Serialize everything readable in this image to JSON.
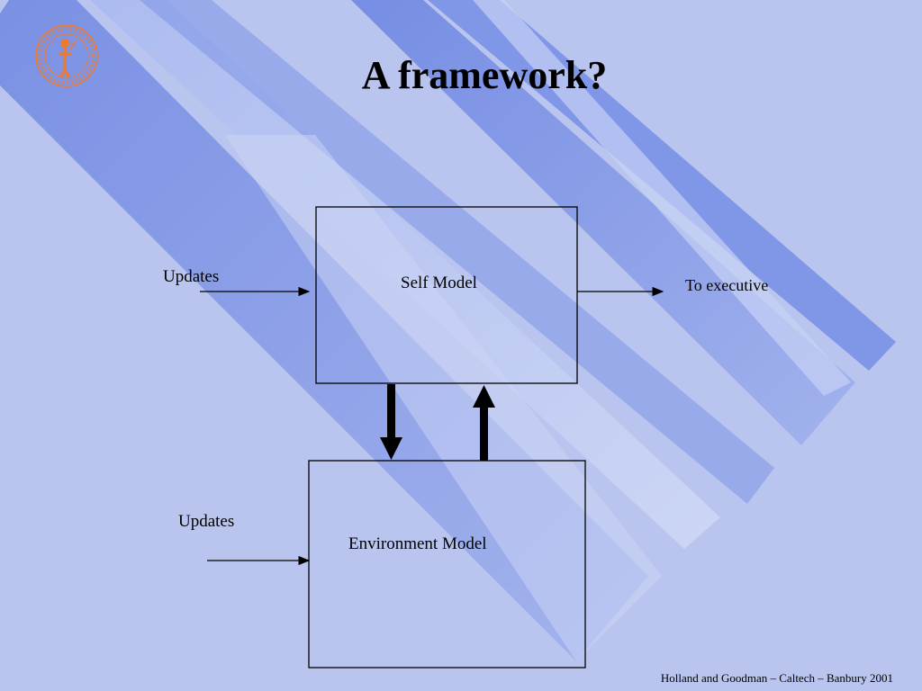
{
  "slide": {
    "title": "A framework?",
    "footer": "Holland and Goodman – Caltech – Banbury 2001",
    "logo_icon": "institute-seal-logo"
  },
  "diagram": {
    "self_model_label": "Self Model",
    "environment_model_label": "Environment Model",
    "self_updates_label": "Updates",
    "environment_updates_label": "Updates",
    "output_label": "To executive",
    "edges": [
      {
        "from": "Updates",
        "to": "Self Model"
      },
      {
        "from": "Self Model",
        "to": "To executive"
      },
      {
        "from": "Self Model",
        "to": "Environment Model"
      },
      {
        "from": "Environment Model",
        "to": "Self Model"
      },
      {
        "from": "Updates",
        "to": "Environment Model"
      }
    ]
  },
  "colors": {
    "background": "#b9c5ef",
    "stripe_dark": "#6f87e2",
    "stripe_light": "#c9d2f4",
    "logo_accent": "#f07a2a"
  }
}
